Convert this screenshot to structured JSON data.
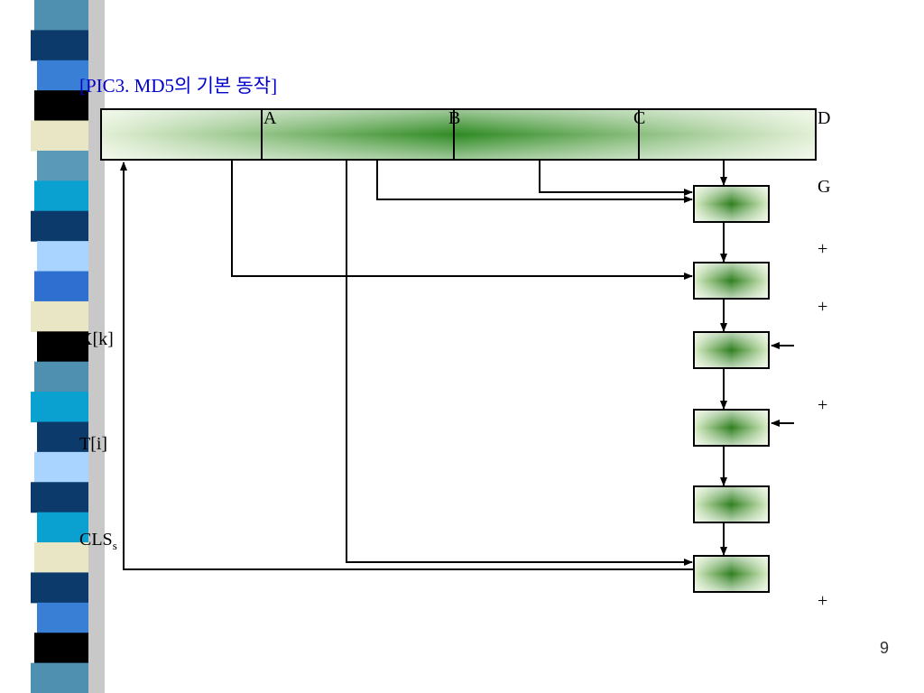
{
  "slide": {
    "title": "[PIC3.  MD5의 기본 동작]",
    "page_number": "9"
  },
  "register_labels": {
    "a": "A",
    "b": "B",
    "c": "C",
    "d": "D"
  },
  "side_labels": {
    "g": "G",
    "plus1": "+",
    "plus2": "+",
    "plus3": "+",
    "plus4": "+"
  },
  "input_labels": {
    "xk": "X[k]",
    "ti": "T[i]",
    "cls": "CLS",
    "cls_sub": "s"
  },
  "stripe_colors": [
    "#4f8fb0",
    "#0b3a6b",
    "#3a7fd6",
    "#000000",
    "#e8e6c4",
    "#5a9ab8",
    "#0aa0d0",
    "#0b3a6b",
    "#a8d4ff",
    "#2f6fd0",
    "#e8e6c4",
    "#000000",
    "#4f8fb0",
    "#0aa0d0",
    "#0b3a6b",
    "#a8d4ff",
    "#0b3a6b",
    "#0aa0d0",
    "#e8e6c4",
    "#0b3a6b",
    "#3a7fd6",
    "#000000",
    "#4f8fb0"
  ],
  "accent_colors": {
    "title": "#0000cc",
    "green_dark": "#2e7a1e",
    "green_light": "#e0f0d0"
  }
}
